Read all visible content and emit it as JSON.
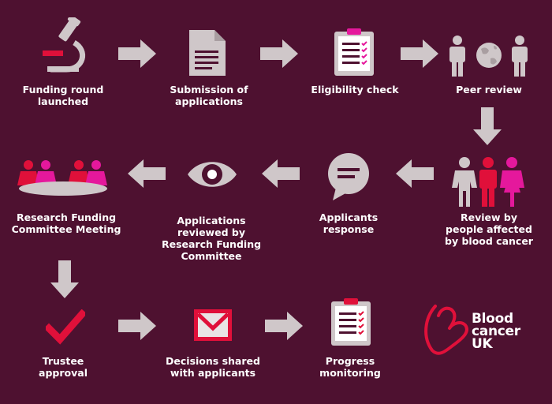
{
  "colors": {
    "background": "#4e1130",
    "grey": "#cfc7c9",
    "light_grey": "#dedad9",
    "red": "#e0103a",
    "pink": "#e5189c",
    "white": "#ffffff"
  },
  "steps": [
    {
      "id": "funding-round",
      "icon": "microscope-icon",
      "label": [
        "Funding round",
        "launched"
      ]
    },
    {
      "id": "submission",
      "icon": "document-icon",
      "label": [
        "Submission of",
        "applications"
      ]
    },
    {
      "id": "eligibility",
      "icon": "clipboard-checklist-icon",
      "label": [
        "Eligibility check"
      ]
    },
    {
      "id": "peer-review",
      "icon": "people-globe-icon",
      "label": [
        "Peer review"
      ]
    },
    {
      "id": "review-affected",
      "icon": "three-people-icon",
      "label": [
        "Review by",
        "people affected",
        "by blood cancer"
      ]
    },
    {
      "id": "applicants-response",
      "icon": "speech-bubble-icon",
      "label": [
        "Applicants",
        "response"
      ]
    },
    {
      "id": "committee-review",
      "icon": "eye-icon",
      "label": [
        "Applications",
        "reviewed by",
        "Research Funding",
        "Committee"
      ]
    },
    {
      "id": "committee-meeting",
      "icon": "meeting-table-icon",
      "label": [
        "Research Funding",
        "Committee Meeting"
      ]
    },
    {
      "id": "trustee-approval",
      "icon": "checkmark-icon",
      "label": [
        "Trustee",
        "approval"
      ]
    },
    {
      "id": "decisions-shared",
      "icon": "envelope-icon",
      "label": [
        "Decisions shared",
        "with applicants"
      ]
    },
    {
      "id": "progress-monitoring",
      "icon": "clipboard-checklist-icon",
      "label": [
        "Progress",
        "monitoring"
      ]
    }
  ],
  "logo": {
    "lines": [
      "Blood",
      "cancer",
      "UK"
    ]
  }
}
